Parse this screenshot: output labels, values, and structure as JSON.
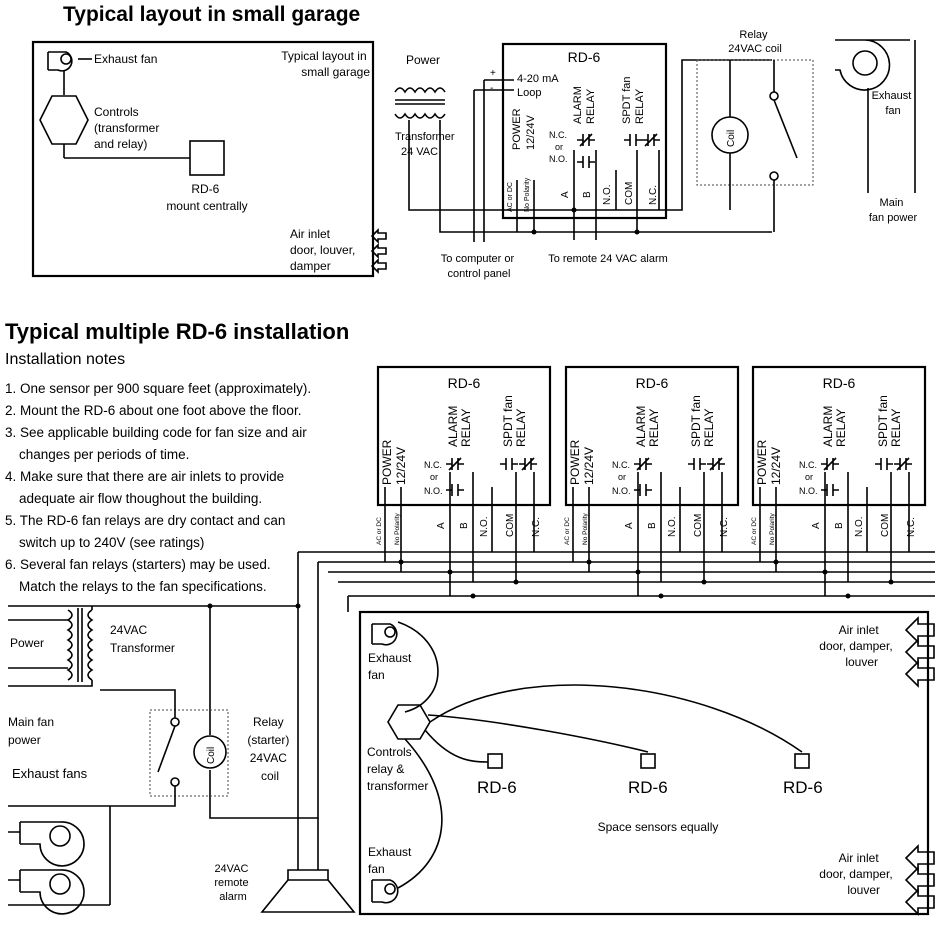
{
  "section1": {
    "title": "Typical layout in small garage",
    "floorplan": {
      "exhaust_fan": "Exhaust fan",
      "layout_label": [
        "Typical layout in",
        "small garage"
      ],
      "controls": [
        "Controls",
        "(transformer",
        "and relay)"
      ],
      "rd6": [
        "RD-6",
        "mount centrally"
      ],
      "air_inlet": [
        "Air inlet",
        "door, louver,",
        "damper"
      ]
    },
    "wiring": {
      "power": "Power",
      "transformer": [
        "Transformer",
        "24 VAC"
      ],
      "unit": "RD-6",
      "loop_plus": "+",
      "loop_minus": "-",
      "loop": [
        "4-20 mA",
        "Loop"
      ],
      "power_term": [
        "POWER",
        "12/24V"
      ],
      "alarm_relay": [
        "ALARM",
        "RELAY"
      ],
      "nc": "N.C.",
      "or": "or",
      "no": "N.O.",
      "spdt": [
        "SPDT fan",
        "RELAY"
      ],
      "terminals": [
        "AC or DC",
        "No Polarity",
        "A",
        "B",
        "N.O.",
        "COM",
        "N.C."
      ],
      "relay_coil": [
        "Relay",
        "24VAC coil"
      ],
      "coil": "Coil",
      "exhaust": [
        "Exhaust",
        "fan"
      ],
      "main_power": [
        "Main",
        "fan power"
      ],
      "computer": [
        "To computer or",
        "control panel"
      ],
      "alarm": "To remote 24 VAC alarm"
    }
  },
  "section2": {
    "title": "Typical multiple RD-6 installation",
    "notes_heading": "Installation notes",
    "notes": [
      "1. One sensor per 900 square feet (approximately).",
      "2. Mount the RD-6 about one foot above the floor.",
      "3. See applicable building code for fan size and air",
      "    changes per periods of time.",
      "4. Make sure that there are air inlets to provide",
      "    adequate air flow thoughout the building.",
      "5. The RD-6 fan relays are dry contact and can",
      "    switch up to 240V (see ratings)",
      "6. Several fan relays (starters) may be used.",
      "    Match the relays to the fan specifications."
    ],
    "unit_label": "RD-6",
    "power": "Power",
    "transformer": [
      "24VAC",
      "Transformer"
    ],
    "main_fan_power": [
      "Main fan",
      "power"
    ],
    "exhaust_fans": "Exhaust fans",
    "coil": "Coil",
    "relay": [
      "Relay",
      "(starter)",
      "24VAC",
      "coil"
    ],
    "remote_alarm": [
      "24VAC",
      "remote",
      "alarm"
    ],
    "floor": {
      "exhaust_top": [
        "Exhaust",
        "fan"
      ],
      "exhaust_bottom": [
        "Exhaust",
        "fan"
      ],
      "controls": [
        "Controls",
        "relay &",
        "transformer"
      ],
      "rd6": [
        "RD-6",
        "RD-6",
        "RD-6"
      ],
      "space": "Space sensors equally",
      "inlet_top": [
        "Air inlet",
        "door, damper,",
        "louver"
      ],
      "inlet_bottom": [
        "Air inlet",
        "door, damper,",
        "louver"
      ]
    }
  }
}
